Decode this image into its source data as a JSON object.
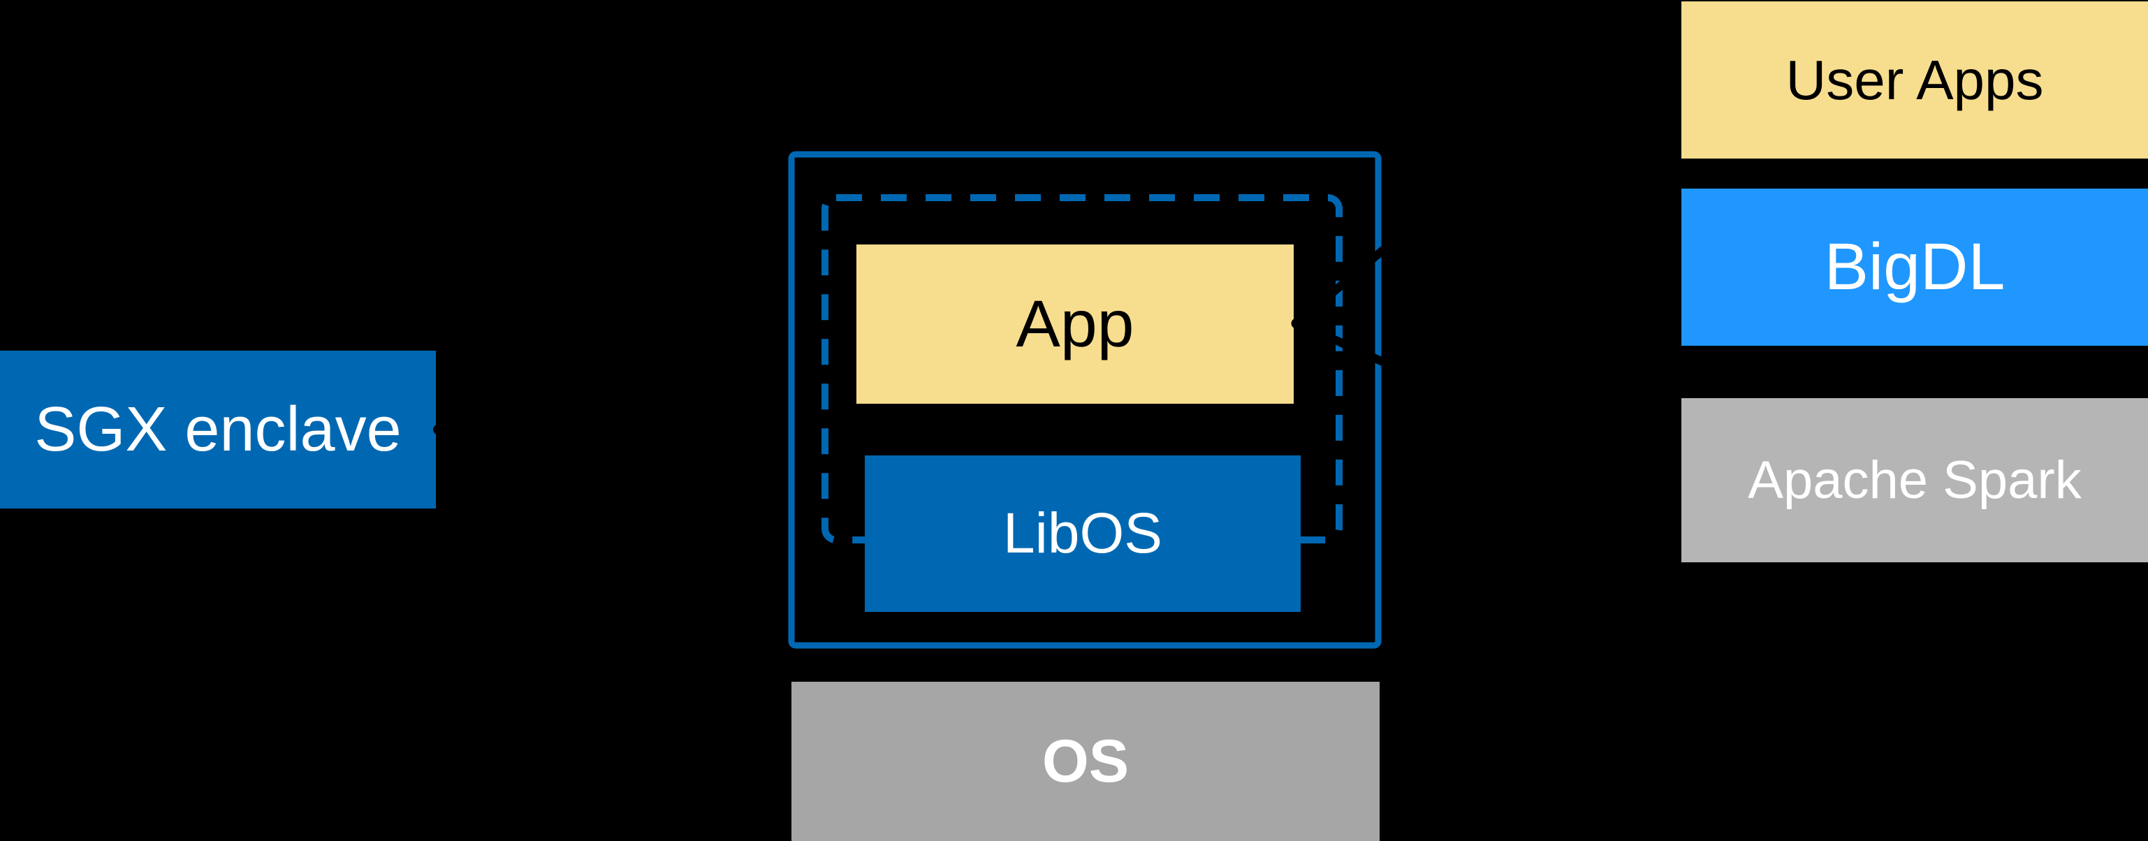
{
  "diagram": {
    "background_color": "#000000",
    "sgx_label": {
      "text": "SGX enclave",
      "fill": "#0068B2",
      "text_color": "#FFFFFF"
    },
    "enclave": {
      "outer_border_color": "#0068B2",
      "dashed_border_color": "#0068B2",
      "app": {
        "text": "App",
        "fill": "#F7DD8E",
        "text_color": "#000000"
      },
      "libos": {
        "text": "LibOS",
        "fill": "#0068B2",
        "text_color": "#FFFFFF"
      }
    },
    "os": {
      "text": "OS",
      "fill": "#A6A6A6",
      "text_color": "#FFFFFF"
    },
    "stack": {
      "user_apps": {
        "text": "User Apps",
        "fill": "#F7DD8E",
        "text_color": "#000000"
      },
      "bigdl": {
        "text": "BigDL",
        "fill": "#1F97FF",
        "text_color": "#FFFFFF"
      },
      "apache_spark": {
        "text": "Apache Spark",
        "fill": "#B5B5B5",
        "text_color": "#FFFFFF"
      }
    },
    "connectors": {
      "color": "#000000",
      "note": "black connector lines from the original slide, visible only as notches/dots where they cross colored shapes"
    }
  }
}
